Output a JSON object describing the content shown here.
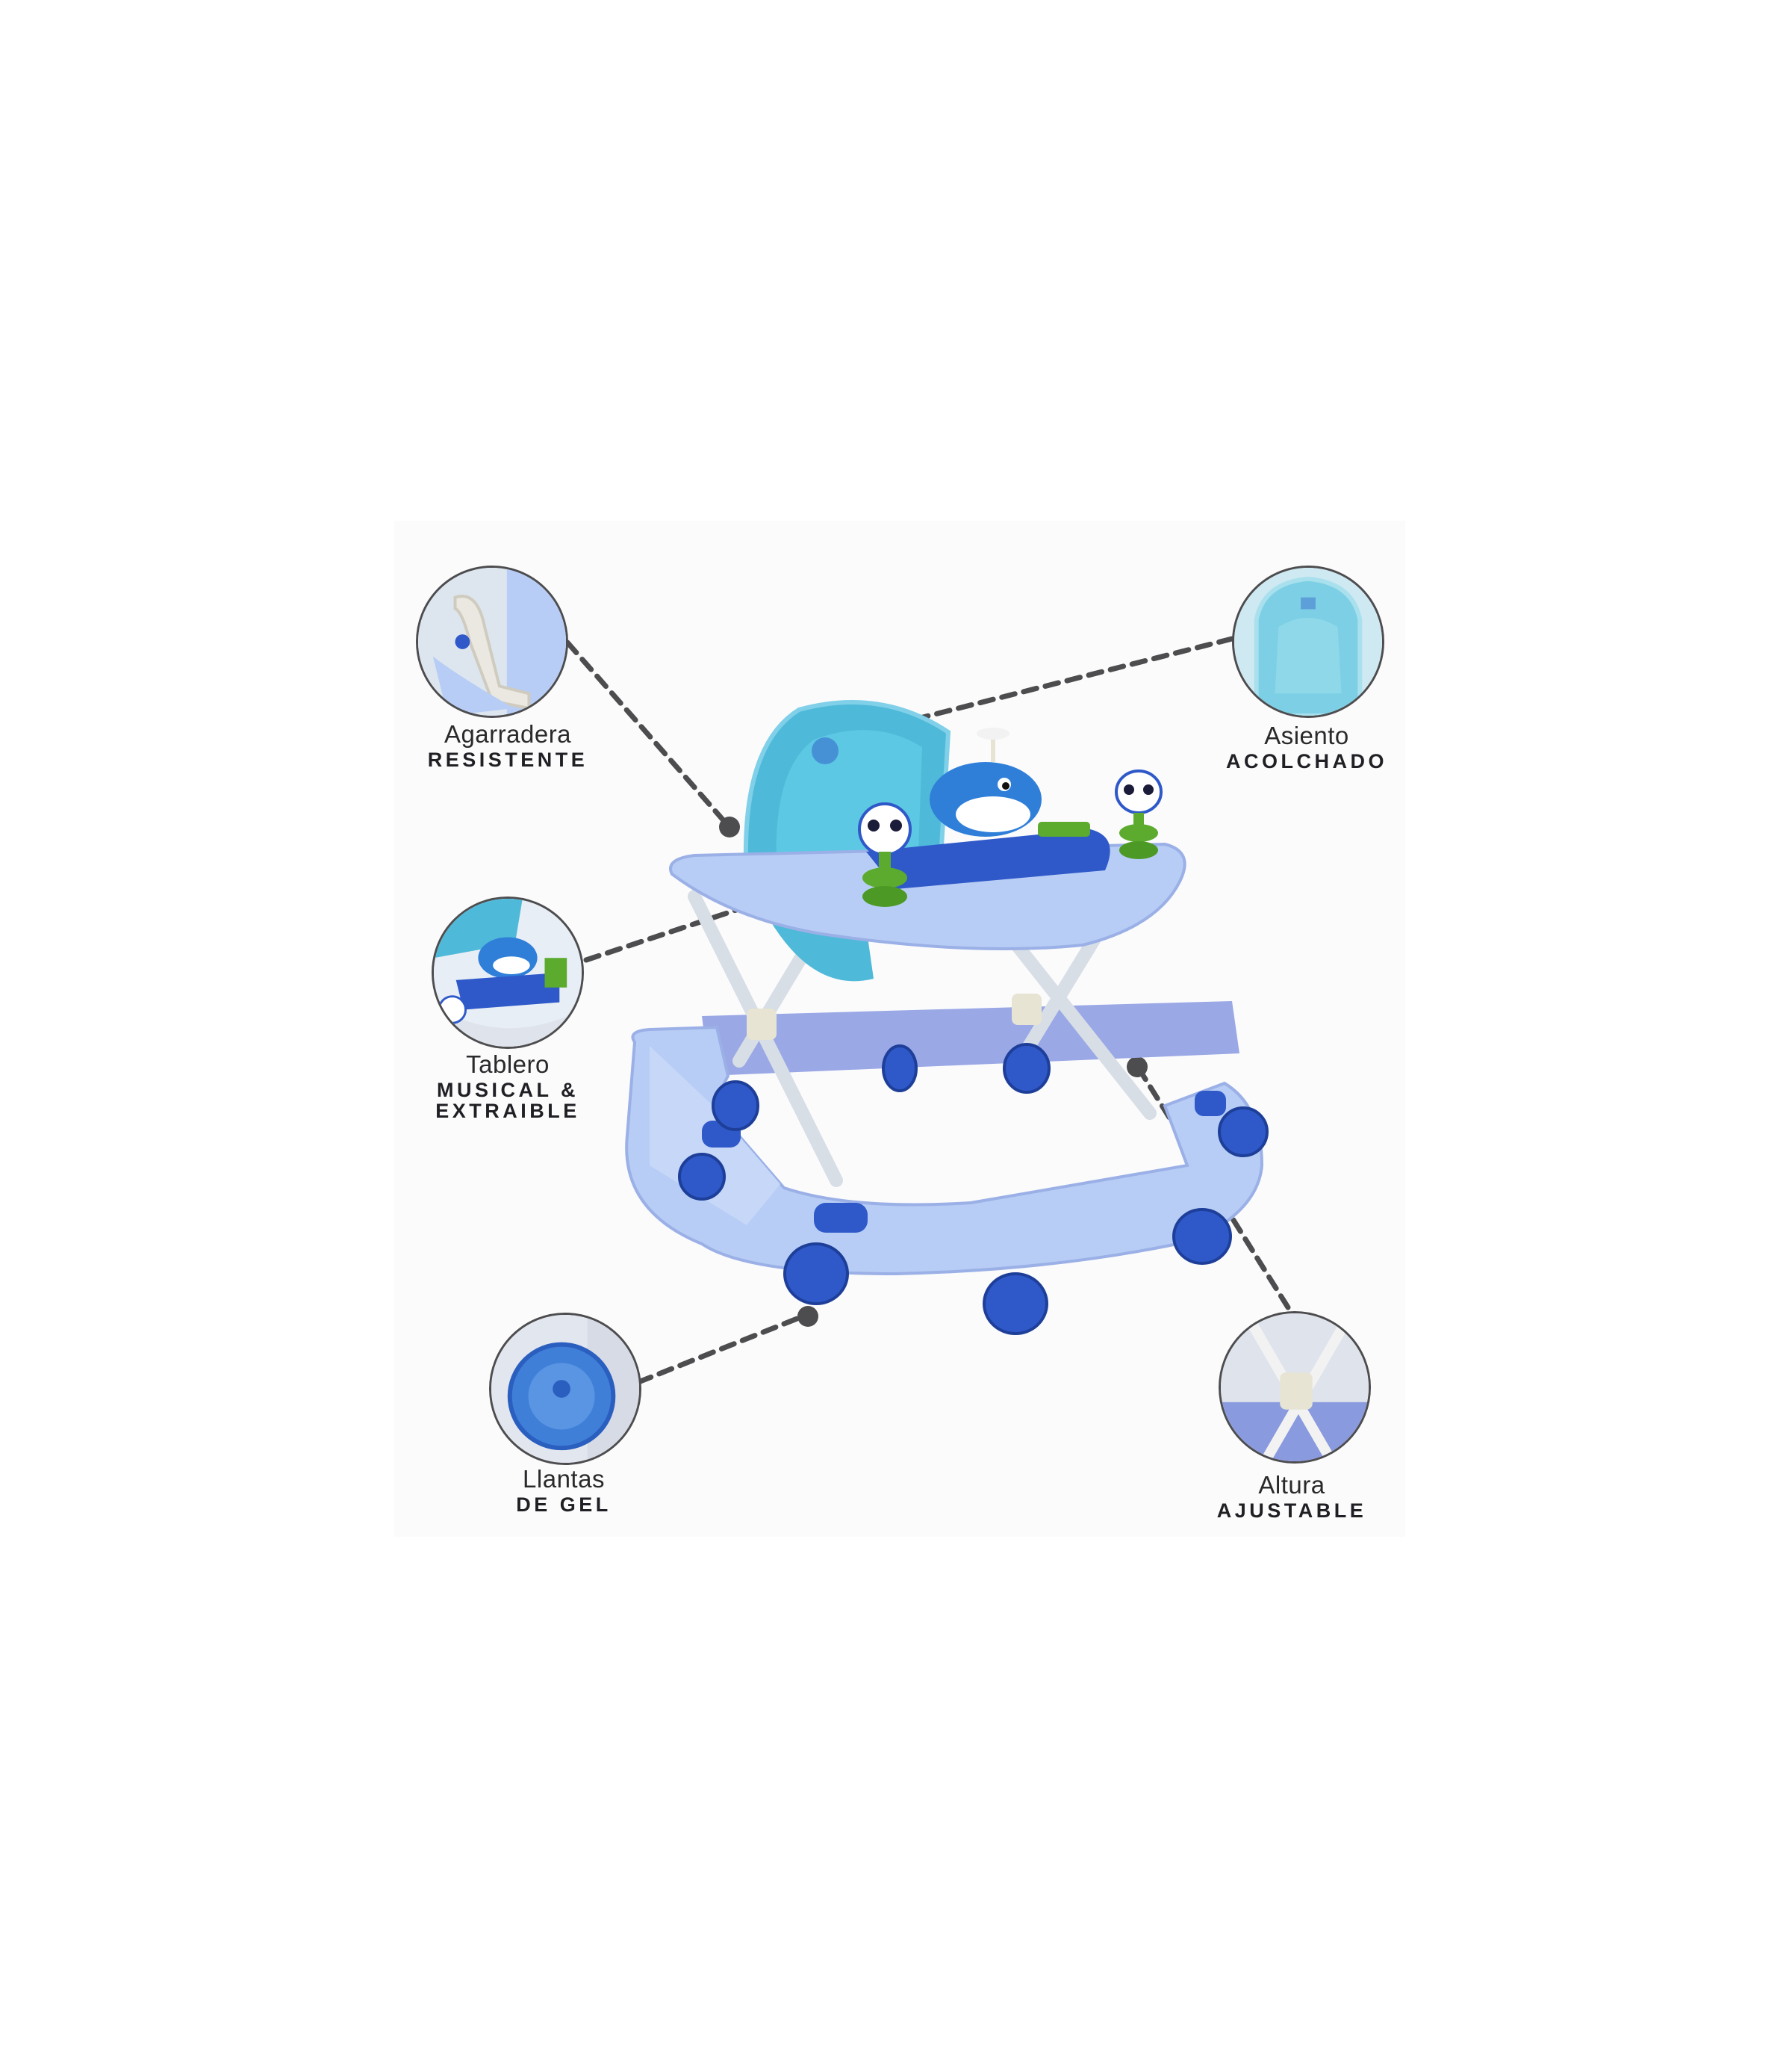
{
  "features": [
    {
      "id": "handle",
      "line1": "Agarradera",
      "line2": "RESISTENTE",
      "icon": "handle-closeup"
    },
    {
      "id": "seat",
      "line1": "Asiento",
      "line2": "ACOLCHADO",
      "icon": "seat-closeup"
    },
    {
      "id": "tray",
      "line1": "Tablero",
      "line2": "MUSICAL &",
      "line3": "EXTRAIBLE",
      "icon": "music-tray-closeup"
    },
    {
      "id": "wheels",
      "line1": "Llantas",
      "line2": "DE GEL",
      "icon": "wheel-closeup"
    },
    {
      "id": "height",
      "line1": "Altura",
      "line2": "AJUSTABLE",
      "icon": "frame-closeup"
    }
  ],
  "colors": {
    "connector": "#4d4d4f",
    "base": "#b7cdf5",
    "frame": "#9aa8e6",
    "seat": "#4fb9d9",
    "wheel": "#2f59c9",
    "toy_green": "#5cab2f"
  }
}
